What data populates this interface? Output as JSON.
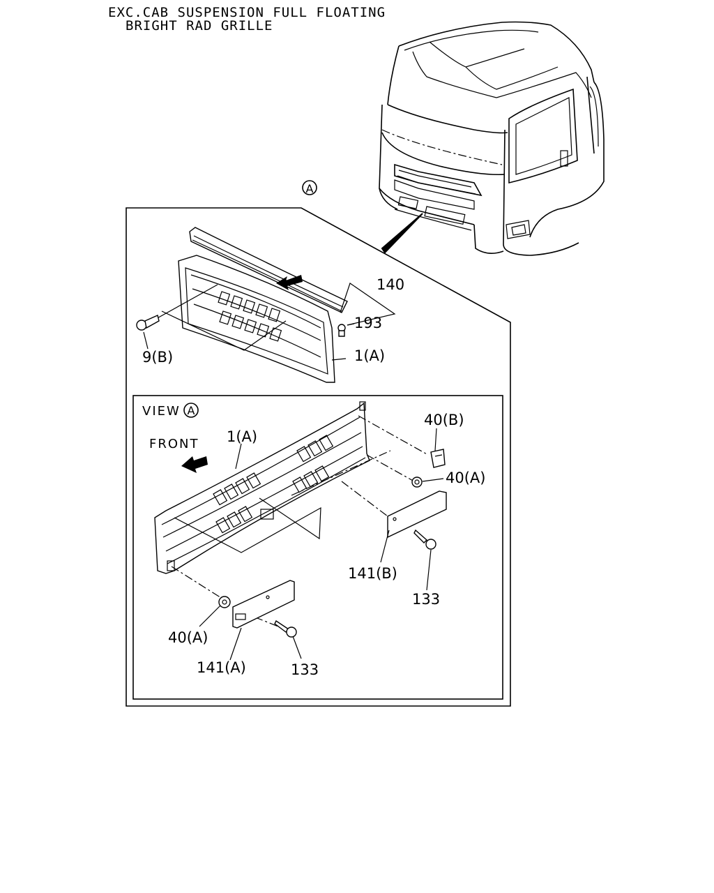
{
  "header": {
    "line1": "EXC.CAB SUSPENSION FULL FLOATING",
    "line2": "BRIGHT RAD GRILLE"
  },
  "callouts": {
    "view_marker": "A",
    "part_140": "140",
    "part_193": "193",
    "part_9b": "9(B)",
    "part_1a_top": "1(A)",
    "view_label": "VIEW",
    "view_marker_2": "A",
    "front": "FRONT",
    "part_1a_view": "1(A)",
    "part_40b": "40(B)",
    "part_40a_right": "40(A)",
    "part_141b": "141(B)",
    "part_133_right": "133",
    "part_40a_left": "40(A)",
    "part_141a": "141(A)",
    "part_133_left": "133"
  }
}
